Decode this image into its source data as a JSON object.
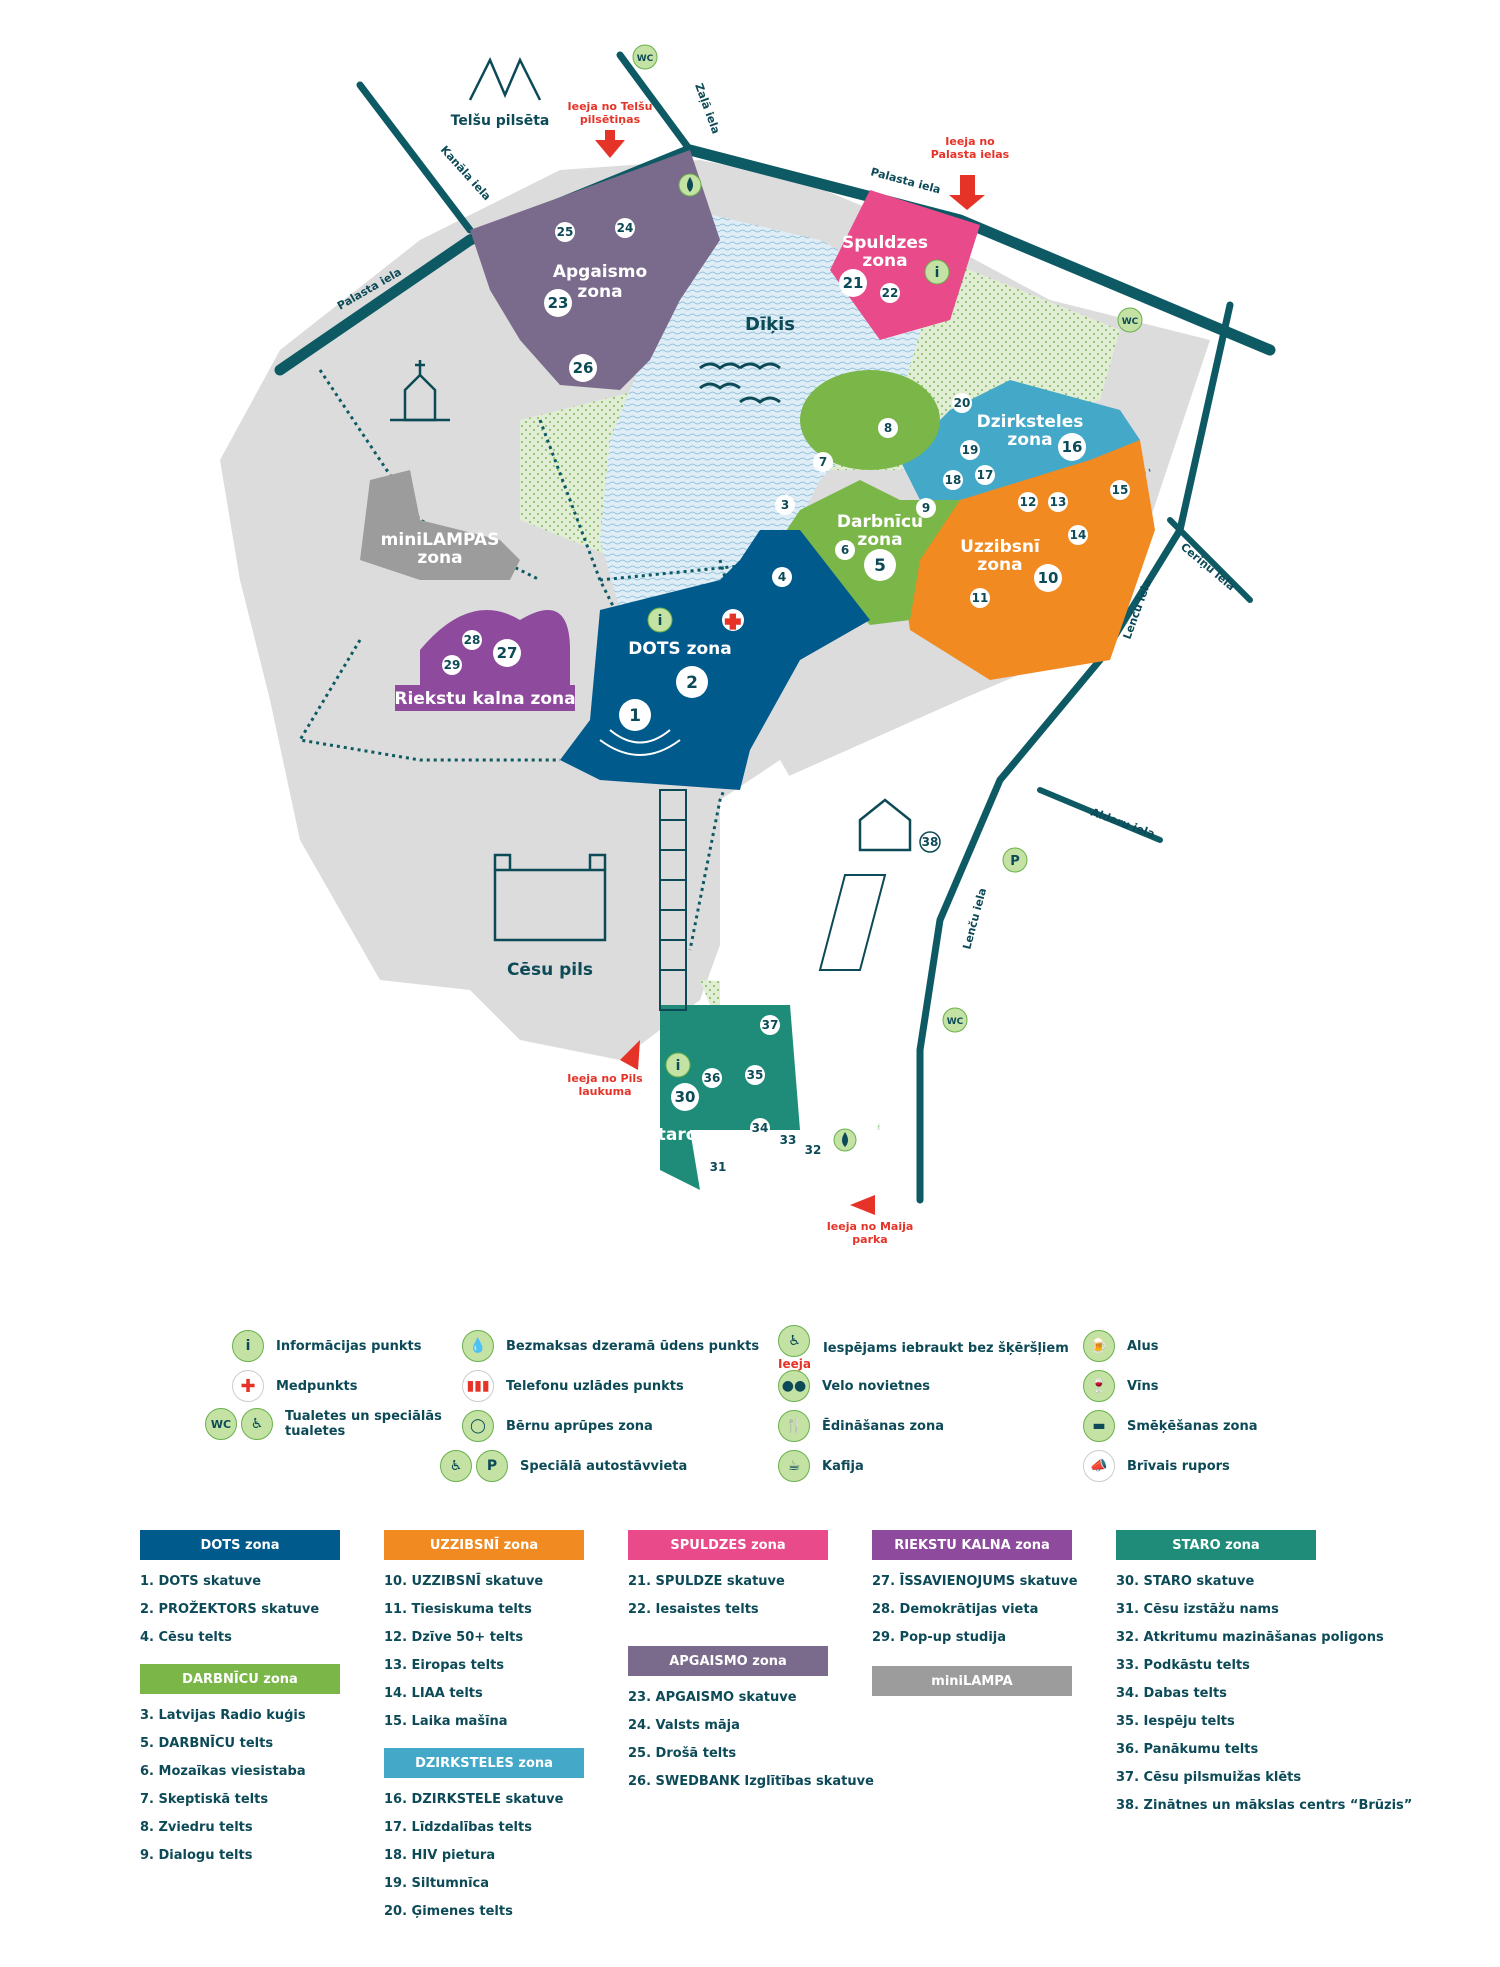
{
  "map": {
    "streets": {
      "kanala": "Kanāla iela",
      "zala": "Zaļā iela",
      "palasta_top": "Palasta iela",
      "palasta_left": "Palasta iela",
      "cerinu": "Ceriņu iela",
      "lencu_top": "Lenču iela",
      "lencu_bottom": "Lenču iela",
      "aldaru": "Aldaru iela"
    },
    "entrances": {
      "telsu_1": "Ieeja no Telšu",
      "telsu_2": "pilsētiņas",
      "palasta_1": "Ieeja no",
      "palasta_2": "Palasta ielas",
      "pils_1": "Ieeja no Pils",
      "pils_2": "laukuma",
      "maija_1": "Ieeja no Maija",
      "maija_2": "parka"
    },
    "places": {
      "telsu_pilseta": "Telšu pilsēta",
      "dikis": "Dīķis",
      "cesu_pils": "Cēsu pils"
    },
    "zones": {
      "apgaismo_1": "Apgaismo",
      "apgaismo_2": "zona",
      "spuldzes_1": "Spuldzes",
      "spuldzes_2": "zona",
      "dzirksteles_1": "Dzirksteles",
      "dzirksteles_2": "zona",
      "darbnicu_1": "Darbnīcu",
      "darbnicu_2": "zona",
      "uzzibsni_1": "Uzzibsnī",
      "uzzibsni_2": "zona",
      "minilampas_1": "miniLAMPAS",
      "minilampas_2": "zona",
      "dots": "DOTS zona",
      "riekstu": "Riekstu kalna zona",
      "staro": "Staro zona"
    },
    "numbers": {
      "n1": "1",
      "n2": "2",
      "n3": "3",
      "n4": "4",
      "n5": "5",
      "n6": "6",
      "n7": "7",
      "n8": "8",
      "n9": "9",
      "n10": "10",
      "n11": "11",
      "n12": "12",
      "n13": "13",
      "n14": "14",
      "n15": "15",
      "n16": "16",
      "n17": "17",
      "n18": "18",
      "n19": "19",
      "n20": "20",
      "n21": "21",
      "n22": "22",
      "n23": "23",
      "n24": "24",
      "n25": "25",
      "n26": "26",
      "n27": "27",
      "n28": "28",
      "n29": "29",
      "n30": "30",
      "n31": "31",
      "n32": "32",
      "n33": "33",
      "n34": "34",
      "n35": "35",
      "n36": "36",
      "n37": "37",
      "n38": "38"
    },
    "icon_text": {
      "wc": "WC",
      "p": "P",
      "info": "i"
    }
  },
  "legend": {
    "info": "Informācijas punkts",
    "med": "Medpunkts",
    "toilets_1": "Tualetes un speciālās",
    "toilets_2": "tualetes",
    "water": "Bezmaksas dzeramā ūdens punkts",
    "phone": "Telefonu uzlādes punkts",
    "kids": "Bērnu aprūpes zona",
    "parking": "Speciālā autostāvvieta",
    "access_red": "Ieeja",
    "access": "Iespējams iebraukt bez šķēršļiem",
    "bike": "Velo novietnes",
    "food": "Ēdināšanas zona",
    "coffee": "Kafija",
    "beer": "Alus",
    "wine": "Vīns",
    "smoke": "Smēķēšanas zona",
    "megaphone": "Brīvais rupors",
    "wc": "WC",
    "p": "P",
    "i": "i"
  },
  "lists": {
    "dots": {
      "title": "DOTS zona",
      "items": [
        "1. DOTS skatuve",
        "2. PROŽEKTORS skatuve",
        "4. Cēsu telts"
      ]
    },
    "darbnicu": {
      "title": "DARBNĪCU zona",
      "items": [
        "3. Latvijas Radio kuģis",
        "5. DARBNĪCU telts",
        "6. Mozaīkas viesistaba",
        "7. Skeptiskā telts",
        "8. Zviedru telts",
        "9. Dialogu telts"
      ]
    },
    "uzzibsni": {
      "title": "UZZIBSNĪ zona",
      "items": [
        "10. UZZIBSNĪ skatuve",
        "11. Tiesiskuma telts",
        "12. Dzīve 50+ telts",
        "13. Eiropas telts",
        "14. LIAA telts",
        "15. Laika mašīna"
      ]
    },
    "dzirksteles": {
      "title": "DZIRKSTELES zona",
      "items": [
        "16. DZIRKSTELE skatuve",
        "17. Līdzdalības telts",
        "18. HIV pietura",
        "19. Siltumnīca",
        "20. Ģimenes telts"
      ]
    },
    "spuldzes": {
      "title": "SPULDZES zona",
      "items": [
        "21. SPULDZE skatuve",
        "22. Iesaistes telts"
      ]
    },
    "apgaismo": {
      "title": "APGAISMO zona",
      "items": [
        "23. APGAISMO skatuve",
        "24. Valsts māja",
        "25. Drošā telts",
        "26. SWEDBANK Izglītības skatuve"
      ]
    },
    "riekstu": {
      "title": "RIEKSTU KALNA zona",
      "items": [
        "27. ĪSSAVIENOJUMS skatuve",
        "28. Demokrātijas vieta",
        "29. Pop-up studija"
      ]
    },
    "minilampa": {
      "title": "miniLAMPA",
      "items": []
    },
    "staro": {
      "title": "STARO zona",
      "items": [
        "30. STARO skatuve",
        "31. Cēsu izstāžu nams",
        "32. Atkritumu mazināšanas poligons",
        "33. Podkāstu telts",
        "34. Dabas telts",
        "35. Iespēju telts",
        "36. Panākumu telts",
        "37. Cēsu pilsmuižas klēts",
        "38. Zinātnes un mākslas centrs “Brūzis”"
      ]
    }
  },
  "colors": {
    "dots": "#005b8c",
    "darbnicu": "#7ab648",
    "uzzibsni": "#f18a21",
    "dzirksteles": "#44a8c9",
    "spuldzes": "#e84a8a",
    "apgaismo": "#7a6b8c",
    "riekstu": "#8e4a9c",
    "minilampa": "#9c9c9c",
    "staro": "#1e8c78",
    "streets": "#0d5a64",
    "entrance": "#e63328",
    "icon_bg": "#c3e2a4",
    "area": "#dcdcdc",
    "pond": "#d4e8f2"
  }
}
